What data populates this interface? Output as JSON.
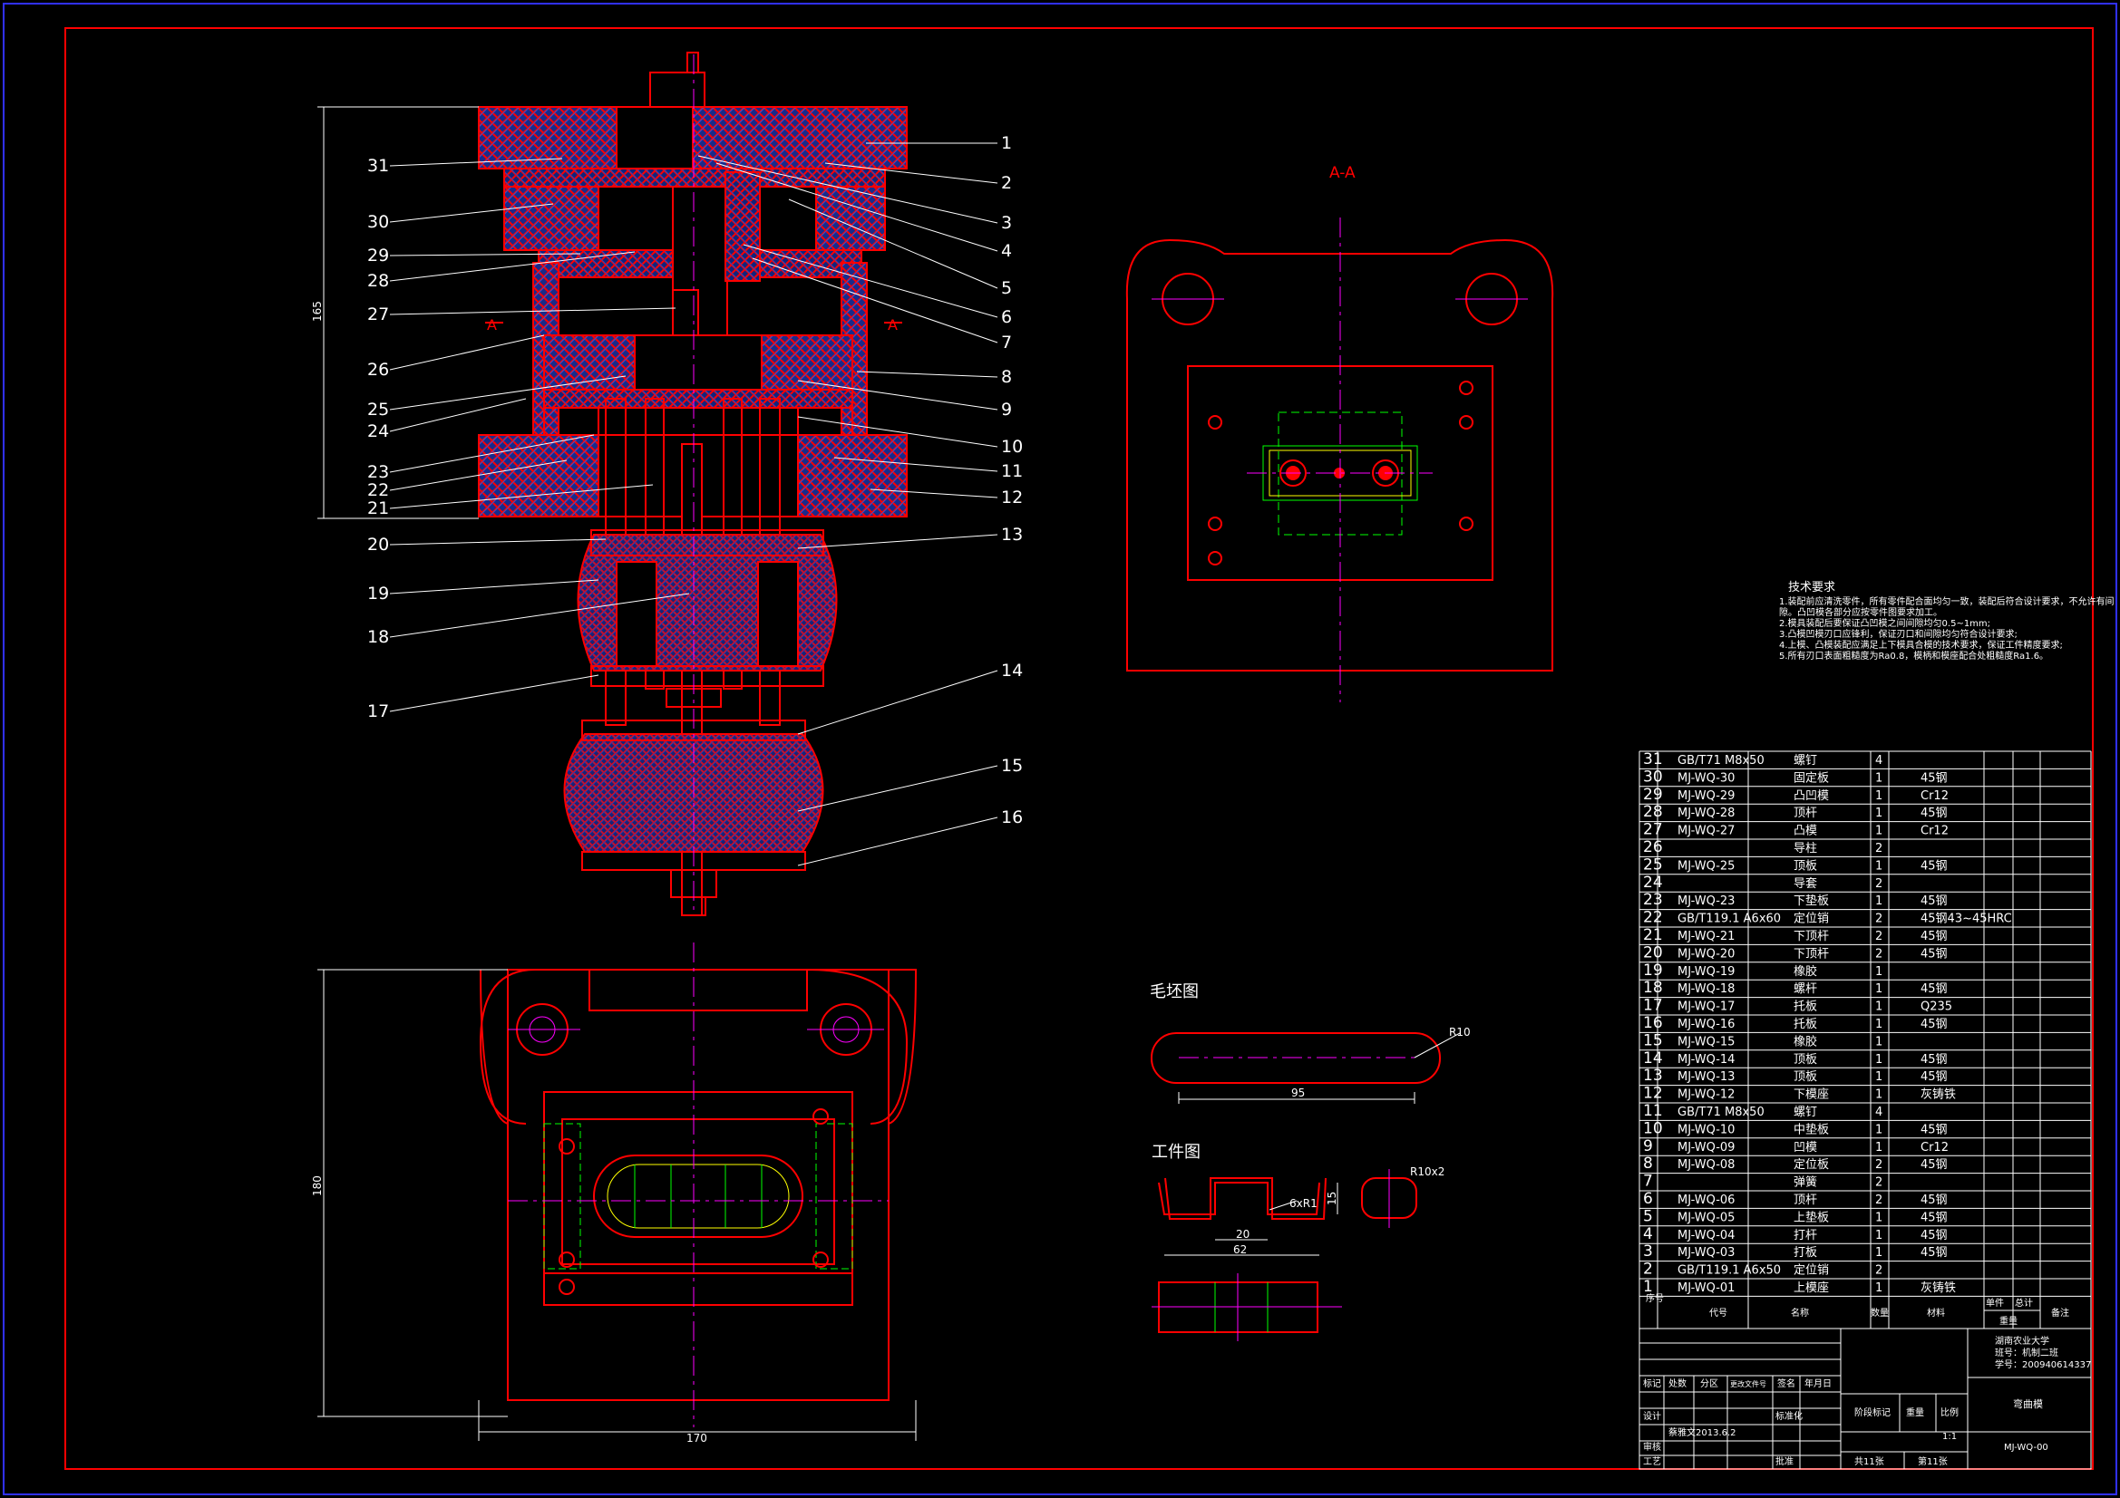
{
  "section_title": "A-A",
  "section_marks": [
    "A",
    "A"
  ],
  "blank_view_title": "毛坯图",
  "part_view_title": "工件图",
  "dims": {
    "main_height": "165",
    "base_height": "180",
    "base_width": "170",
    "blank_length": "95",
    "blank_radius": "R10",
    "part_width": "20",
    "part_length": "62",
    "part_height": "15",
    "part_hole": "6xR1",
    "part_radius": "R10x2"
  },
  "callouts_left": [
    "31",
    "30",
    "29",
    "28",
    "27",
    "26",
    "25",
    "24",
    "23",
    "22",
    "21",
    "20",
    "19",
    "18",
    "17"
  ],
  "callouts_right": [
    "1",
    "2",
    "3",
    "4",
    "5",
    "6",
    "7",
    "8",
    "9",
    "10",
    "11",
    "12",
    "13",
    "14",
    "15",
    "16"
  ],
  "tech_notes": {
    "title": "技术要求",
    "lines": [
      "1.装配前应清洗零件，所有零件配合面均匀一致，装配后符合设计要求，不允许有间",
      "  隙。凸凹模各部分应按零件图要求加工。",
      "2.模具装配后要保证凸凹模之间间隙均匀0.5~1mm;",
      "3.凸模凹模刃口应锋利，保证刃口和间隙均匀符合设计要求;",
      "4.上模、凸模装配应满足上下模具合模的技术要求，保证工件精度要求;",
      "5.所有刃口表面粗糙度为Ra0.8，模柄和模座配合处粗糙度Ra1.6。"
    ]
  },
  "bom": [
    {
      "no": "31",
      "code": "GB/T71 M8x50",
      "name": "螺钉",
      "qty": "4",
      "mat": ""
    },
    {
      "no": "30",
      "code": "MJ-WQ-30",
      "name": "固定板",
      "qty": "1",
      "mat": "45钢"
    },
    {
      "no": "29",
      "code": "MJ-WQ-29",
      "name": "凸凹模",
      "qty": "1",
      "mat": "Cr12"
    },
    {
      "no": "28",
      "code": "MJ-WQ-28",
      "name": "顶杆",
      "qty": "1",
      "mat": "45钢"
    },
    {
      "no": "27",
      "code": "MJ-WQ-27",
      "name": "凸模",
      "qty": "1",
      "mat": "Cr12"
    },
    {
      "no": "26",
      "code": "",
      "name": "导柱",
      "qty": "2",
      "mat": ""
    },
    {
      "no": "25",
      "code": "MJ-WQ-25",
      "name": "顶板",
      "qty": "1",
      "mat": "45钢"
    },
    {
      "no": "24",
      "code": "",
      "name": "导套",
      "qty": "2",
      "mat": ""
    },
    {
      "no": "23",
      "code": "MJ-WQ-23",
      "name": "下垫板",
      "qty": "1",
      "mat": "45钢"
    },
    {
      "no": "22",
      "code": "GB/T119.1 A6x60",
      "name": "定位销",
      "qty": "2",
      "mat": "45钢43~45HRC"
    },
    {
      "no": "21",
      "code": "MJ-WQ-21",
      "name": "下顶杆",
      "qty": "2",
      "mat": "45钢"
    },
    {
      "no": "20",
      "code": "MJ-WQ-20",
      "name": "下顶杆",
      "qty": "2",
      "mat": "45钢"
    },
    {
      "no": "19",
      "code": "MJ-WQ-19",
      "name": "橡胶",
      "qty": "1",
      "mat": ""
    },
    {
      "no": "18",
      "code": "MJ-WQ-18",
      "name": "螺杆",
      "qty": "1",
      "mat": "45钢"
    },
    {
      "no": "17",
      "code": "MJ-WQ-17",
      "name": "托板",
      "qty": "1",
      "mat": "Q235"
    },
    {
      "no": "16",
      "code": "MJ-WQ-16",
      "name": "托板",
      "qty": "1",
      "mat": "45钢"
    },
    {
      "no": "15",
      "code": "MJ-WQ-15",
      "name": "橡胶",
      "qty": "1",
      "mat": ""
    },
    {
      "no": "14",
      "code": "MJ-WQ-14",
      "name": "顶板",
      "qty": "1",
      "mat": "45钢"
    },
    {
      "no": "13",
      "code": "MJ-WQ-13",
      "name": "顶板",
      "qty": "1",
      "mat": "45钢"
    },
    {
      "no": "12",
      "code": "MJ-WQ-12",
      "name": "下模座",
      "qty": "1",
      "mat": "灰铸铁"
    },
    {
      "no": "11",
      "code": "GB/T71 M8x50",
      "name": "螺钉",
      "qty": "4",
      "mat": ""
    },
    {
      "no": "10",
      "code": "MJ-WQ-10",
      "name": "中垫板",
      "qty": "1",
      "mat": "45钢"
    },
    {
      "no": "9",
      "code": "MJ-WQ-09",
      "name": "凹模",
      "qty": "1",
      "mat": "Cr12"
    },
    {
      "no": "8",
      "code": "MJ-WQ-08",
      "name": "定位板",
      "qty": "2",
      "mat": "45钢"
    },
    {
      "no": "7",
      "code": "",
      "name": "弹簧",
      "qty": "2",
      "mat": ""
    },
    {
      "no": "6",
      "code": "MJ-WQ-06",
      "name": "顶杆",
      "qty": "2",
      "mat": "45钢"
    },
    {
      "no": "5",
      "code": "MJ-WQ-05",
      "name": "上垫板",
      "qty": "1",
      "mat": "45钢"
    },
    {
      "no": "4",
      "code": "MJ-WQ-04",
      "name": "打杆",
      "qty": "1",
      "mat": "45钢"
    },
    {
      "no": "3",
      "code": "MJ-WQ-03",
      "name": "打板",
      "qty": "1",
      "mat": "45钢"
    },
    {
      "no": "2",
      "code": "GB/T119.1 A6x50",
      "name": "定位销",
      "qty": "2",
      "mat": ""
    },
    {
      "no": "1",
      "code": "MJ-WQ-01",
      "name": "上模座",
      "qty": "1",
      "mat": "灰铸铁"
    }
  ],
  "bom_header": {
    "no": "序号",
    "code": "代号",
    "name": "名称",
    "qty": "数量",
    "mat": "材料",
    "unit": "单件",
    "total": "总计",
    "note": "备注",
    "weight": "重量"
  },
  "title_block": {
    "school": "湖南农业大学",
    "class": "班号：机制二班",
    "student_id": "学号：200940614337",
    "drawing_name": "弯曲模",
    "drawing_no": "MJ-WQ-00",
    "designer": "蔡雅文",
    "date": "2013.6.2",
    "scale": "1:1",
    "sheets_total": "共11张",
    "sheet_no": "第11张",
    "labels": {
      "mark": "标记",
      "count": "处数",
      "zone": "分区",
      "change_doc": "更改文件号",
      "sign": "签名",
      "ymd": "年月日",
      "design": "设计",
      "std": "标准化",
      "stage": "阶段标记",
      "weight": "重量",
      "ratio": "比例",
      "review": "审核",
      "process": "工艺",
      "approve": "批准"
    }
  }
}
